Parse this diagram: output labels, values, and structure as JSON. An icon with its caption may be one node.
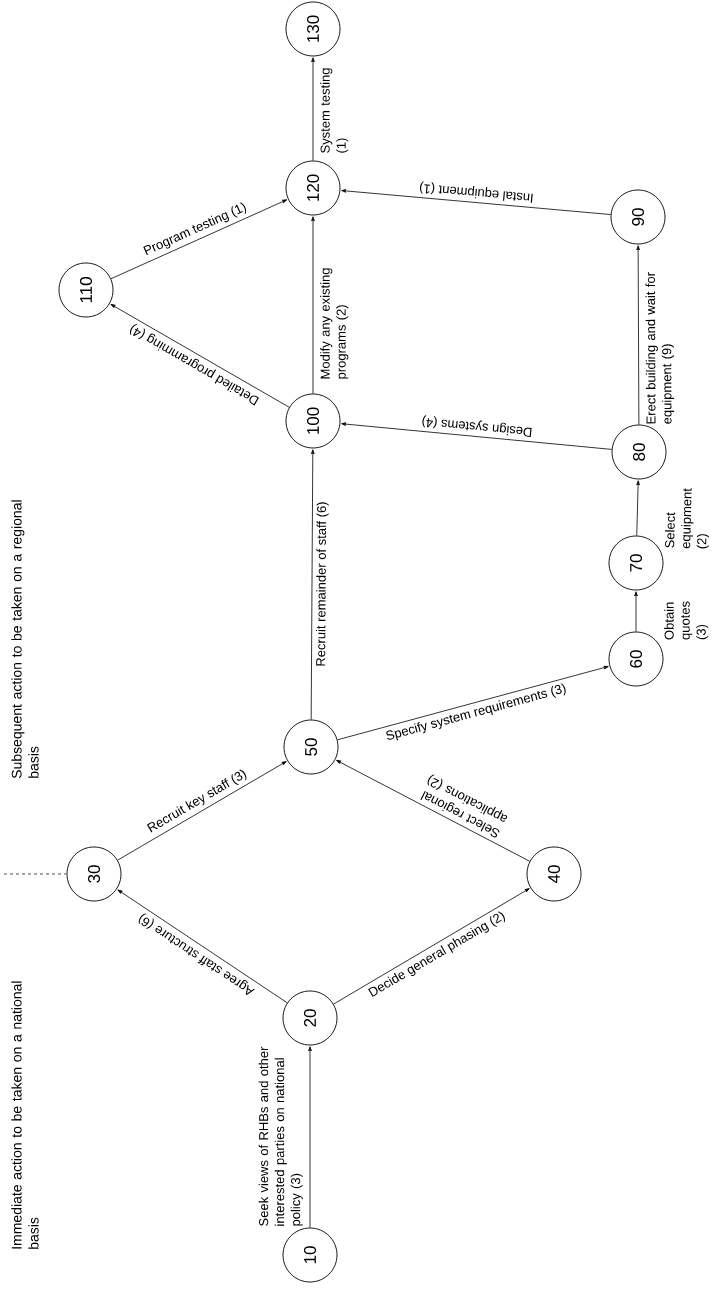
{
  "diagram": {
    "nodes": [
      {
        "text": [
          "10"
        ]
      },
      {
        "text": [
          "20"
        ]
      },
      {
        "text": [
          "30"
        ]
      },
      {
        "text": [
          "40"
        ]
      },
      {
        "text": [
          "50"
        ]
      },
      {
        "text": [
          "60"
        ]
      },
      {
        "text": [
          "70"
        ]
      },
      {
        "text": [
          "80"
        ]
      },
      {
        "text": [
          "90"
        ]
      },
      {
        "text": [
          "100"
        ]
      },
      {
        "text": [
          "110"
        ]
      },
      {
        "text": [
          "120"
        ]
      },
      {
        "text": [
          "130"
        ]
      }
    ],
    "edges": [
      {
        "from": 0,
        "to": 1,
        "arrow": "to",
        "label": "Seek views of RHBs and other interested parties on national policy (3)"
      },
      {
        "from": 1,
        "to": 2,
        "arrow": "to",
        "label": "Agree staff structure (6)"
      },
      {
        "from": 1,
        "to": 3,
        "arrow": "to",
        "label": "Decide general phasing (2)"
      },
      {
        "from": 2,
        "to": 4,
        "arrow": "to",
        "label": "Recruit key staff (3)"
      },
      {
        "from": 3,
        "to": 4,
        "arrow": "to",
        "label": "Select regional applications (2)"
      },
      {
        "from": 4,
        "to": 9,
        "arrow": "to",
        "label": "Recruit remainder of staff (6)"
      },
      {
        "from": 4,
        "to": 5,
        "arrow": "to",
        "label": "Specify system requirements (3)"
      },
      {
        "from": 5,
        "to": 6,
        "arrow": "to",
        "label": "Obtain quotes (3)"
      },
      {
        "from": 6,
        "to": 7,
        "arrow": "to",
        "label": "Select equipment (2)"
      },
      {
        "from": 7,
        "to": 9,
        "arrow": "to",
        "label": "Design systems (4)"
      },
      {
        "from": 7,
        "to": 8,
        "arrow": "to",
        "label": "Erect building and wait for equipment (9)"
      },
      {
        "from": 8,
        "to": 11,
        "arrow": "to",
        "label": "Instal equipment (1)"
      },
      {
        "from": 9,
        "to": 10,
        "arrow": "to",
        "label": "Detailed programming (4)"
      },
      {
        "from": 9,
        "to": 11,
        "arrow": "to",
        "label": "Modify any existing programs (2)"
      },
      {
        "from": 10,
        "to": 11,
        "arrow": "to",
        "label": "Program testing (1)"
      },
      {
        "from": 11,
        "to": 12,
        "arrow": "to",
        "label": "System testing (1)"
      }
    ],
    "labels": [
      "Immediate action to be taken on a national basis",
      "Subsequent action to be taken on a regional basis"
    ]
  }
}
